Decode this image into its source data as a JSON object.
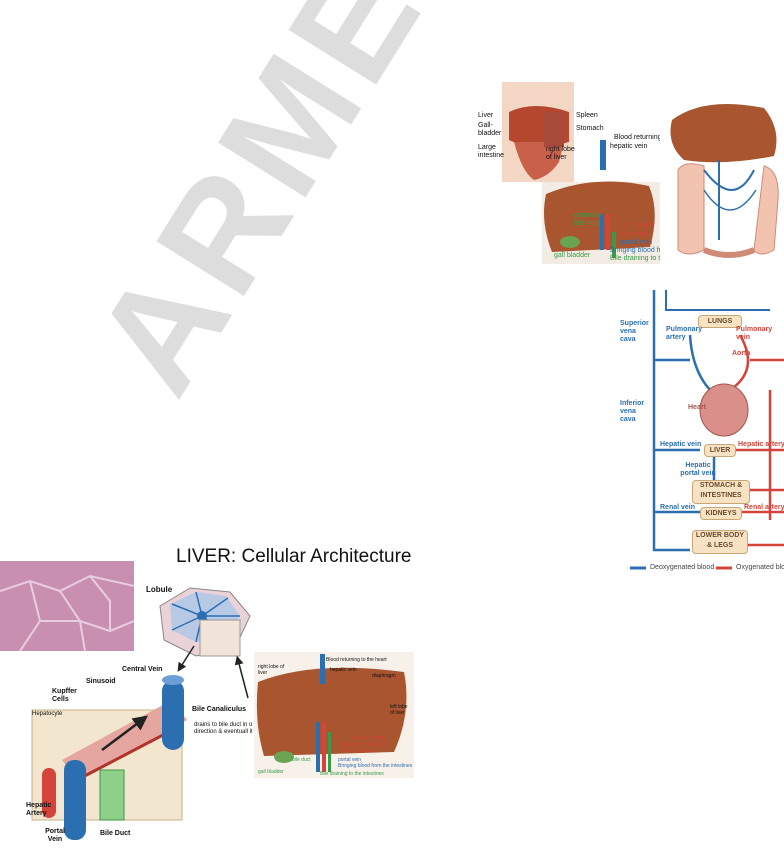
{
  "watermark": "ARMEN",
  "title": "LIVER: Cellular Architecture",
  "anatomy_panel": {
    "labels": [
      "Liver",
      "Gall-bladder",
      "Large intestine",
      "Spleen",
      "Stomach"
    ],
    "detail_labels": [
      "Blood returning to t",
      "hepatic vein",
      "right lobe of liver",
      "Bringing b",
      "from the",
      "portal vein",
      "Bringing blood fr",
      "Bile draining to the",
      "common bile duct",
      "gall bladder"
    ]
  },
  "circulation": {
    "boxes": [
      "LUNGS",
      "LIVER",
      "STOMACH & INTESTINES",
      "KIDNEYS",
      "LOWER BODY & LEGS"
    ],
    "left_labels": [
      "Superior vena cava",
      "Pulmonary artery",
      "Inferior vena cava",
      "Hepatic vein",
      "Hepatic portal vein",
      "Renal vein"
    ],
    "right_labels": [
      "Pulmonary vein",
      "Aorta",
      "Heart",
      "Hepatic artery",
      "Renal artery"
    ],
    "legend": [
      "Deoxygenated blood",
      "Oxygenated blo"
    ],
    "legend_colors": [
      "#2c6fb0",
      "#d4443a"
    ]
  },
  "lobule_diagram": {
    "labels": [
      "Lobule",
      "Central Vein",
      "Sinusoid",
      "Kupffer Cells",
      "Hepatocyte",
      "Bile Canaliculus",
      "drains to bile duct in opposite direction & eventuall ito intestines",
      "Hepatic Artery",
      "Portal Vein",
      "Bile Duct"
    ]
  },
  "liver_detail": {
    "labels": [
      "Blood returning to the heart",
      "hepatic vein",
      "diaphragm",
      "right lobe of liver",
      "left lobe of liver",
      "hepatic artery",
      "Bringing fresh blood from the heart",
      "portal vein",
      "Bringing blood from the intestines",
      "Bile draining to the intestines",
      "bile duct",
      "gall bladder"
    ]
  },
  "colors": {
    "liver": "#a9552f",
    "vein_blue": "#2c6fb0",
    "artery_red": "#d4443a",
    "bile_green": "#3b9a4a",
    "tissue_pink": "#c98fb0"
  }
}
